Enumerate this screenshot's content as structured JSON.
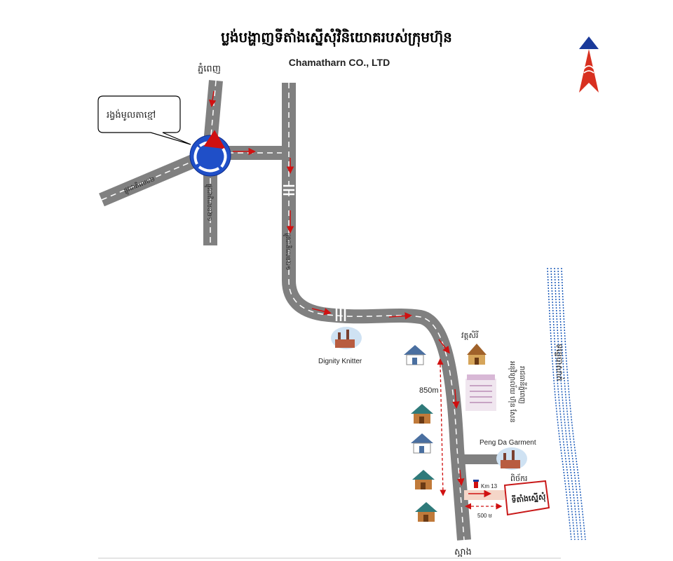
{
  "title": "ប្លង់បង្ហាញទីតាំងស្នើសុំវិនិយោគរបស់ក្រុមហ៊ុន",
  "company": "Chamatharn CO., LTD",
  "places": {
    "north": "ភ្នំពេញ",
    "south": "ស្អាង",
    "roundabout_callout": "រង្វង់មូលតាខ្មៅ",
    "road_west": "ផ្លូវជាតិលេខ២",
    "road_south": "ផ្លូវជាតិលេខ២១",
    "road_main": "ផ្លូវជាតិលេខ២១",
    "river": "ទន្លេបាសាក់",
    "pagoda": "វត្តសិរី",
    "school": "អនុវិទ្យាល័យ ហ៊ុន សែន",
    "school_sub": "រាជធានីភ្នំពេញ",
    "factory_1": "Dignity Knitter",
    "factory_2": "Peng Da Garment",
    "factory_2_sub": "ពិច័ករ",
    "km_marker": "Km 13",
    "site_label": "ទីតាំងស្នើសុំ"
  },
  "distances": {
    "along_road": "850m",
    "to_site": "500 ម"
  },
  "colors": {
    "road": "#808080",
    "arrow": "#d01010",
    "roundabout": "#1f4fc8",
    "river": "#1858b8",
    "site": "#c81818"
  },
  "icons": [
    "north-arrow-icon",
    "roundabout-icon",
    "factory-icon",
    "house-icon",
    "pagoda-icon",
    "school-icon"
  ]
}
